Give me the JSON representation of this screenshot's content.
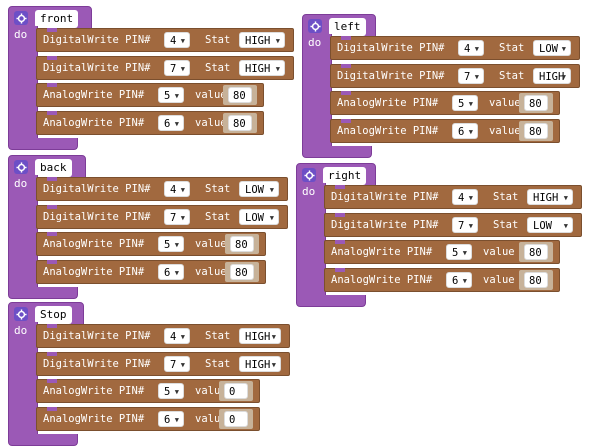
{
  "colors": {
    "function_block": "#9b59b6",
    "statement_block": "#a1693f",
    "gear_badge": "#6d4fc6"
  },
  "do_label": "do",
  "digital_label": "DigitalWrite PIN#",
  "analog_label": "AnalogWrite PIN#",
  "stat_label": "Stat",
  "value_label": "value",
  "functions": [
    {
      "name": "front",
      "statements": [
        {
          "type": "digital",
          "pin": "4",
          "stat": "HIGH"
        },
        {
          "type": "digital",
          "pin": "7",
          "stat": "HIGH"
        },
        {
          "type": "analog",
          "pin": "5",
          "value": "80"
        },
        {
          "type": "analog",
          "pin": "6",
          "value": "80"
        }
      ]
    },
    {
      "name": "left",
      "statements": [
        {
          "type": "digital",
          "pin": "4",
          "stat": "LOW"
        },
        {
          "type": "digital",
          "pin": "7",
          "stat": "HIGH"
        },
        {
          "type": "analog",
          "pin": "5",
          "value": "80"
        },
        {
          "type": "analog",
          "pin": "6",
          "value": "80"
        }
      ]
    },
    {
      "name": "back",
      "statements": [
        {
          "type": "digital",
          "pin": "4",
          "stat": "LOW"
        },
        {
          "type": "digital",
          "pin": "7",
          "stat": "LOW"
        },
        {
          "type": "analog",
          "pin": "5",
          "value": "80"
        },
        {
          "type": "analog",
          "pin": "6",
          "value": "80"
        }
      ]
    },
    {
      "name": "right",
      "statements": [
        {
          "type": "digital",
          "pin": "4",
          "stat": "HIGH"
        },
        {
          "type": "digital",
          "pin": "7",
          "stat": "LOW"
        },
        {
          "type": "analog",
          "pin": "5",
          "value": "80"
        },
        {
          "type": "analog",
          "pin": "6",
          "value": "80"
        }
      ]
    },
    {
      "name": "Stop",
      "statements": [
        {
          "type": "digital",
          "pin": "4",
          "stat": "HIGH"
        },
        {
          "type": "digital",
          "pin": "7",
          "stat": "HIGH"
        },
        {
          "type": "analog",
          "pin": "5",
          "value": "0"
        },
        {
          "type": "analog",
          "pin": "6",
          "value": "0"
        }
      ]
    }
  ]
}
